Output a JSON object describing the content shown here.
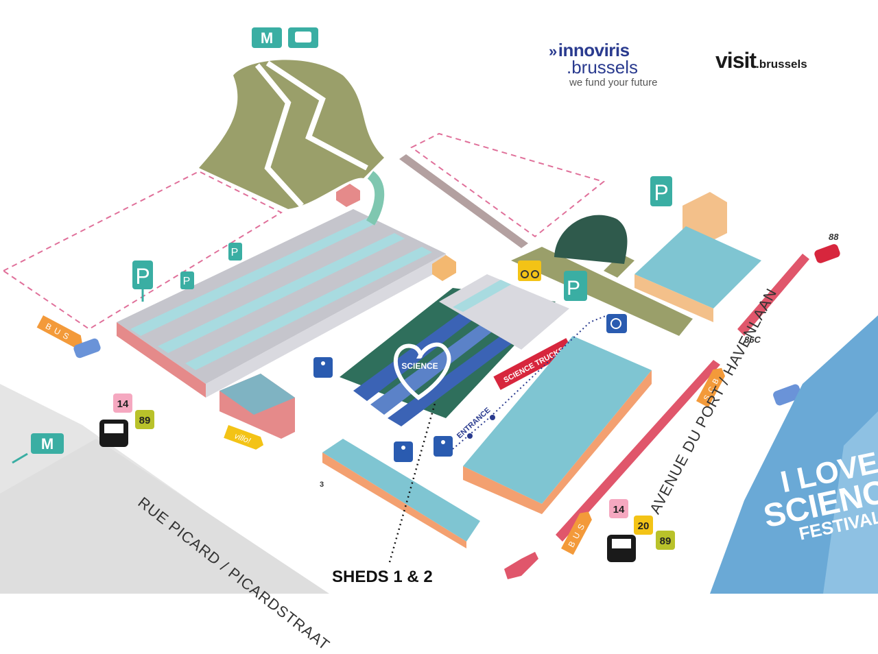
{
  "logos": {
    "innoviris_line1": "innoviris",
    "innoviris_line2": ".brussels",
    "innoviris_tagline": "we fund your future",
    "visit_main": "visit",
    "visit_suffix": ".brussels"
  },
  "streets": {
    "rue_picard": "RUE PICARD / PICARDSTRAAT",
    "avenue_du_port": "AVENUE DU PORT / HAVENLAAN"
  },
  "labels": {
    "sheds": "SHEDS 1 & 2",
    "science_trucks": "SCIENCE TRUCKS",
    "entrance": "ENTRANCE",
    "villo": "villo!",
    "bus": "BUS",
    "scb": "SCB",
    "number_88": "88",
    "number_86c": "86C",
    "number_3": "3",
    "parking": "P"
  },
  "bus_lines_left": [
    "14",
    "89"
  ],
  "bus_lines_right": [
    "14",
    "20",
    "89"
  ],
  "festival_badge": {
    "line1": "I LOVE",
    "line2": "SCIENCE",
    "line3": "FESTIVAL"
  },
  "colors": {
    "teal": "#3aaea3",
    "pink_dash": "#e0709a",
    "olive": "#9a9f6a",
    "road_red": "#e0566b",
    "orange": "#f39a3a",
    "yellow": "#f3c316",
    "blue_festival": "#6aa9d6",
    "dark_green": "#2f6f5c"
  }
}
